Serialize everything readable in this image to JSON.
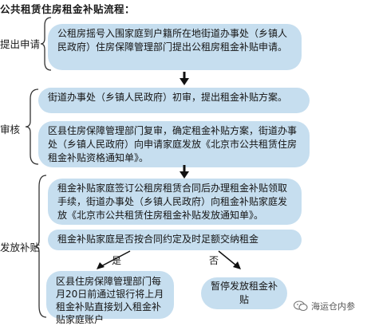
{
  "title": "公共租赁住房租金补贴流程：",
  "stages": {
    "apply": "提出申请",
    "review": "审核",
    "issue": "发放补贴"
  },
  "boxes": {
    "apply": "公租房摇号入围家庭到户籍所在地街道办事处（乡镇人民政府）住房保障管理部门提出公租房租金补贴申请。",
    "review_first": "街道办事处（乡镇人民政府）初审，提出租金补贴方案。",
    "review_second": "区县住房保障管理部门复审，确定租金补贴方案，街道办事处（乡镇人民政府）向申请家庭发放《北京市公共租赁住房租金补贴资格通知单》。",
    "issue_notice": "租金补贴家庭签订公租房租赁合同后办理租金补贴领取手续，街道办事处（乡镇人民政府）向租金补贴家庭发放《北京市公共租赁住房租金补贴发放通知单》。",
    "check_rent": "租金补贴家庭是否按合同约定及时足额交纳租金",
    "yes_branch": "区县住房保障管理部门每月20日前通过银行将上月租金补贴直接划入租金补贴家庭账户",
    "no_branch": "暂停发放租金补贴"
  },
  "branch_labels": {
    "yes": "是",
    "no": "否"
  },
  "watermark": "海运仓内参",
  "colors": {
    "box_fill": "#c6deef",
    "arrow": "#111111"
  },
  "icons": {
    "watermark": "wechat-icon"
  }
}
